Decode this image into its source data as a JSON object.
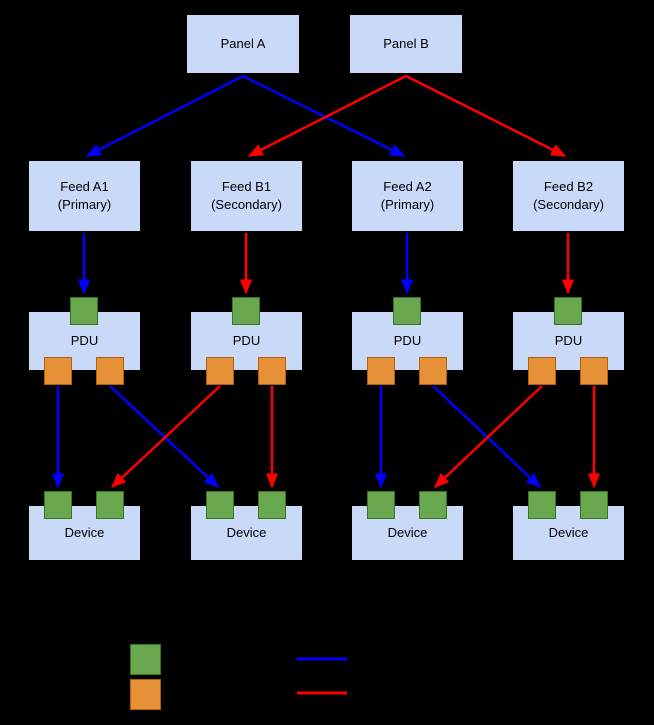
{
  "diagram": {
    "panels": [
      {
        "label": "Panel A"
      },
      {
        "label": "Panel B"
      }
    ],
    "feeds": [
      {
        "line1": "Feed A1",
        "line2": "(Primary)"
      },
      {
        "line1": "Feed B1",
        "line2": "(Secondary)"
      },
      {
        "line1": "Feed A2",
        "line2": "(Primary)"
      },
      {
        "line1": "Feed B2",
        "line2": "(Secondary)"
      }
    ],
    "pdus": [
      {
        "label": "PDU"
      },
      {
        "label": "PDU"
      },
      {
        "label": "PDU"
      },
      {
        "label": "PDU"
      }
    ],
    "devices": [
      {
        "label": "Device"
      },
      {
        "label": "Device"
      },
      {
        "label": "Device"
      },
      {
        "label": "Device"
      }
    ],
    "colors": {
      "background": "#000000",
      "box_fill": "#c9daf8",
      "box_text": "#000000",
      "input_port_green": "#6aa84f",
      "output_port_orange": "#e69138",
      "primary_path_blue": "#0000ff",
      "secondary_path_red": "#ff0000"
    },
    "connections": [
      {
        "from": "Panel A",
        "to": "Feed A1",
        "color": "blue"
      },
      {
        "from": "Panel A",
        "to": "Feed A2",
        "color": "blue"
      },
      {
        "from": "Panel B",
        "to": "Feed B1",
        "color": "red"
      },
      {
        "from": "Panel B",
        "to": "Feed B2",
        "color": "red"
      },
      {
        "from": "Feed A1",
        "to": "PDU 1",
        "color": "blue"
      },
      {
        "from": "Feed B1",
        "to": "PDU 2",
        "color": "red"
      },
      {
        "from": "Feed A2",
        "to": "PDU 3",
        "color": "blue"
      },
      {
        "from": "Feed B2",
        "to": "PDU 4",
        "color": "red"
      },
      {
        "from": "PDU 1",
        "to": "Device 1",
        "color": "blue"
      },
      {
        "from": "PDU 1",
        "to": "Device 2",
        "color": "blue"
      },
      {
        "from": "PDU 2",
        "to": "Device 1",
        "color": "red"
      },
      {
        "from": "PDU 2",
        "to": "Device 2",
        "color": "red"
      },
      {
        "from": "PDU 3",
        "to": "Device 3",
        "color": "blue"
      },
      {
        "from": "PDU 3",
        "to": "Device 4",
        "color": "blue"
      },
      {
        "from": "PDU 4",
        "to": "Device 3",
        "color": "red"
      },
      {
        "from": "PDU 4",
        "to": "Device 4",
        "color": "red"
      }
    ],
    "legend": {
      "swatches": [
        {
          "name": "green-input-port-swatch",
          "color": "#6aa84f"
        },
        {
          "name": "orange-output-port-swatch",
          "color": "#e69138"
        }
      ],
      "lines": [
        {
          "name": "blue-path-line",
          "color": "#0000ff"
        },
        {
          "name": "red-path-line",
          "color": "#ff0000"
        }
      ]
    }
  }
}
